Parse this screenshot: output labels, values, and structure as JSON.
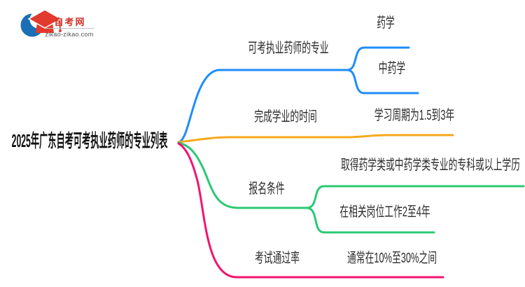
{
  "logo": {
    "site_name": "自考网",
    "domain": "zikao-zikao.com",
    "cap_color": "#E23A2C",
    "swoosh_color": "#1A6FB5",
    "name_color": "#CE342B",
    "domain_color": "#555555"
  },
  "root": {
    "label": "2025年广东自考可考执业药师的专业列表"
  },
  "branches": [
    {
      "label": "可考执业药师的专业",
      "color": "#1E8CFF",
      "children": [
        "药学",
        "中药学"
      ]
    },
    {
      "label": "完成学业的时间",
      "color": "#F7A81C",
      "children": [
        "学习周期为1.5到3年"
      ]
    },
    {
      "label": "报名条件",
      "color": "#2BC874",
      "children": [
        "取得药学类或中药学类专业的专科或以上学历",
        "在相关岗位工作2至4年"
      ]
    },
    {
      "label": "考试通过率",
      "color": "#F5136E",
      "children": [
        "通常在10%至30%之间"
      ]
    }
  ]
}
